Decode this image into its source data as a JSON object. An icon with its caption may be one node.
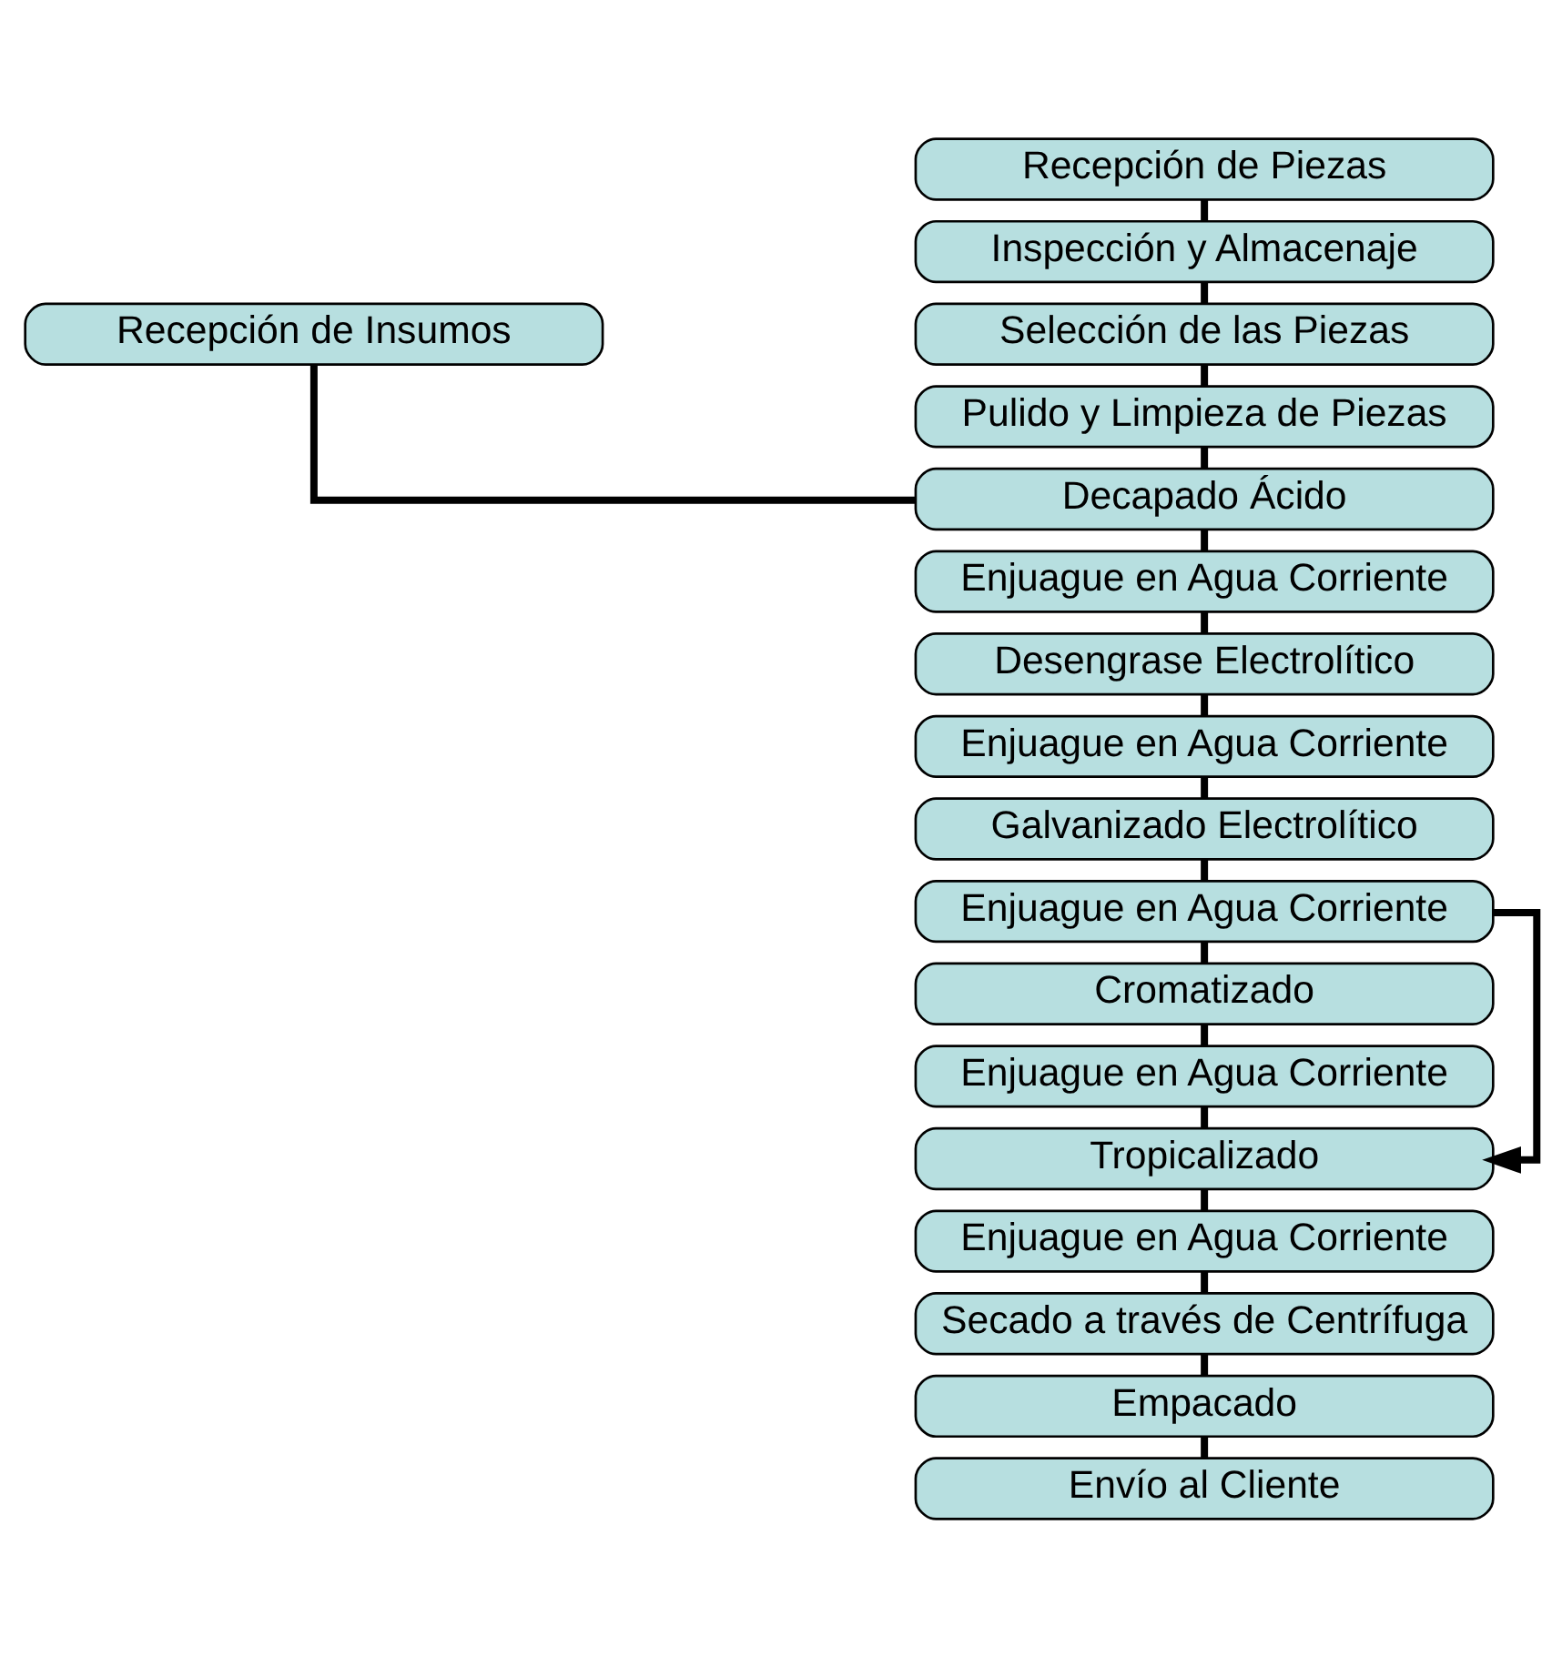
{
  "diagram": {
    "nodes": [
      {
        "text": [
          "Recepción de Piezas"
        ]
      },
      {
        "text": [
          "Inspección y Almacenaje"
        ]
      },
      {
        "text": [
          "Recepción de Insumos"
        ]
      },
      {
        "text": [
          "Selección de las Piezas"
        ]
      },
      {
        "text": [
          "Pulido y Limpieza de Piezas"
        ]
      },
      {
        "text": [
          "Decapado Ácido"
        ]
      },
      {
        "text": [
          "Enjuague en Agua Corriente"
        ]
      },
      {
        "text": [
          "Desengrase Electrolítico"
        ]
      },
      {
        "text": [
          "Enjuague en Agua Corriente"
        ]
      },
      {
        "text": [
          "Galvanizado Electrolítico"
        ]
      },
      {
        "text": [
          "Enjuague en Agua Corriente"
        ]
      },
      {
        "text": [
          "Cromatizado"
        ]
      },
      {
        "text": [
          "Enjuague en Agua Corriente"
        ]
      },
      {
        "text": [
          "Tropicalizado"
        ]
      },
      {
        "text": [
          "Enjuague en Agua Corriente"
        ]
      },
      {
        "text": [
          "Secado a través de Centrífuga"
        ]
      },
      {
        "text": [
          "Empacado"
        ]
      },
      {
        "text": [
          "Envío al Cliente"
        ]
      }
    ],
    "edges": [
      {
        "from": 0,
        "to": 1,
        "arrow": "none"
      },
      {
        "from": 1,
        "to": 3,
        "arrow": "none"
      },
      {
        "from": 3,
        "to": 4,
        "arrow": "none"
      },
      {
        "from": 4,
        "to": 5,
        "arrow": "none"
      },
      {
        "from": 2,
        "to": 5,
        "arrow": "none"
      },
      {
        "from": 5,
        "to": 6,
        "arrow": "none"
      },
      {
        "from": 6,
        "to": 7,
        "arrow": "none"
      },
      {
        "from": 7,
        "to": 8,
        "arrow": "none"
      },
      {
        "from": 8,
        "to": 9,
        "arrow": "none"
      },
      {
        "from": 9,
        "to": 10,
        "arrow": "none"
      },
      {
        "from": 10,
        "to": 11,
        "arrow": "none"
      },
      {
        "from": 10,
        "to": 13,
        "arrow": "to"
      },
      {
        "from": 11,
        "to": 12,
        "arrow": "none"
      },
      {
        "from": 12,
        "to": 13,
        "arrow": "none"
      },
      {
        "from": 13,
        "to": 14,
        "arrow": "none"
      },
      {
        "from": 14,
        "to": 15,
        "arrow": "none"
      },
      {
        "from": 15,
        "to": 16,
        "arrow": "none"
      },
      {
        "from": 16,
        "to": 17,
        "arrow": "none"
      }
    ]
  }
}
